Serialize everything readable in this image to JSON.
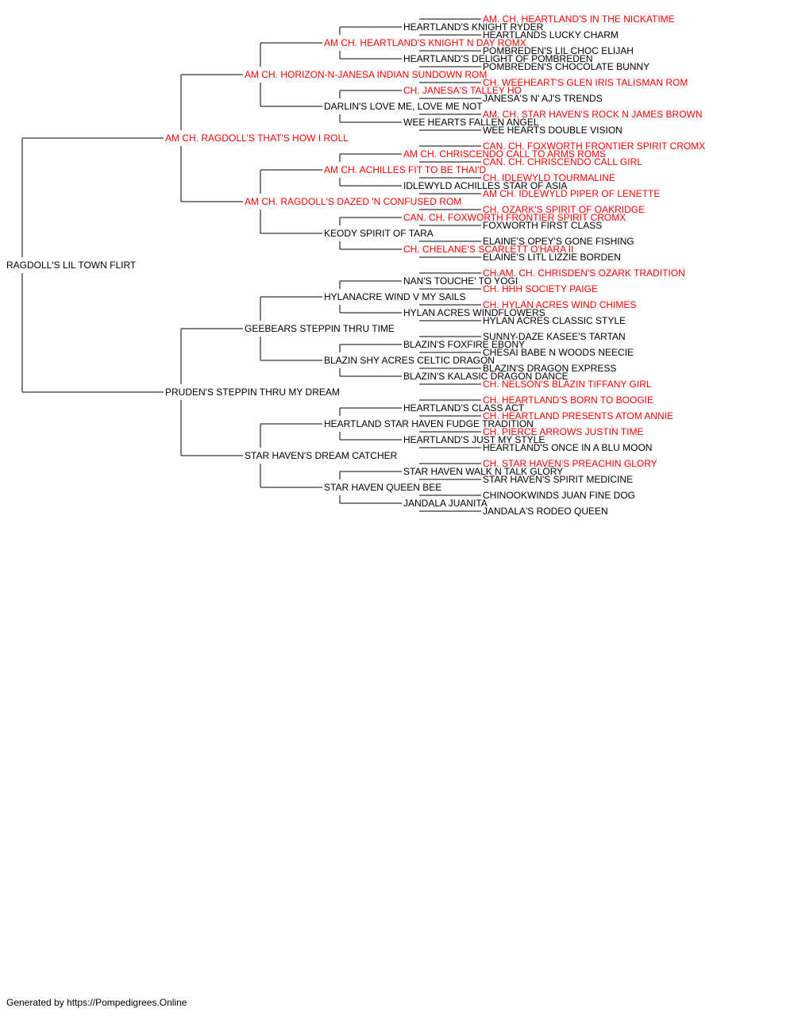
{
  "colors": {
    "champion": "#ff0000",
    "regular": "#000000",
    "line": "#000000"
  },
  "footer": "Generated by https://Pompedigrees.Online",
  "pedigree": [
    {
      "text": "RAGDOLL'S LIL TOWN FLIRT",
      "champion": false
    },
    {
      "text": "AM CH. RAGDOLL'S THAT'S HOW I ROLL",
      "champion": true
    },
    {
      "text": "PRUDEN'S STEPPIN THRU MY DREAM",
      "champion": false
    },
    {
      "text": "AM CH. HORIZON-N-JANESA INDIAN SUNDOWN ROM",
      "champion": true
    },
    {
      "text": "AM CH. RAGDOLL'S DAZED 'N CONFUSED ROM",
      "champion": true
    },
    {
      "text": "GEEBEARS STEPPIN THRU TIME",
      "champion": false
    },
    {
      "text": "STAR HAVEN'S DREAM CATCHER",
      "champion": false
    },
    {
      "text": "AM CH. HEARTLAND'S KNIGHT N DAY ROMX",
      "champion": true
    },
    {
      "text": "DARLIN'S LOVE ME, LOVE ME NOT",
      "champion": false
    },
    {
      "text": "AM CH. ACHILLES FIT TO BE THAI'D",
      "champion": true
    },
    {
      "text": "KEODY SPIRIT OF TARA",
      "champion": false
    },
    {
      "text": "HYLANACRE WIND V MY SAILS",
      "champion": false
    },
    {
      "text": "BLAZIN SHY ACRES CELTIC DRAGON",
      "champion": false
    },
    {
      "text": "HEARTLAND STAR HAVEN FUDGE TRADITION",
      "champion": false
    },
    {
      "text": "STAR HAVEN QUEEN BEE",
      "champion": false
    },
    {
      "text": "HEARTLAND'S KNIGHT RYDER",
      "champion": false
    },
    {
      "text": "HEARTLAND'S DELIGHT OF POMBREDEN",
      "champion": false
    },
    {
      "text": "CH. JANESA'S TALLEY HO",
      "champion": true
    },
    {
      "text": "WEE HEARTS FALLEN ANGEL",
      "champion": false
    },
    {
      "text": "AM CH. CHRISCENDO CALL TO ARMS ROMS",
      "champion": true
    },
    {
      "text": "IDLEWYLD ACHILLES STAR OF ASIA",
      "champion": false
    },
    {
      "text": "CAN. CH. FOXWORTH FRONTIER SPIRIT CROMX",
      "champion": true
    },
    {
      "text": "CH. CHELANE'S SCARLETT O'HARA II",
      "champion": true
    },
    {
      "text": "NAN'S TOUCHE' TO YOGI",
      "champion": false
    },
    {
      "text": "HYLAN ACRES WINDFLOWERS",
      "champion": false
    },
    {
      "text": "BLAZIN'S FOXFIRE EBONY",
      "champion": false
    },
    {
      "text": "BLAZIN'S KALASIC DRAGON DANCE",
      "champion": false
    },
    {
      "text": "HEARTLAND'S CLASS ACT",
      "champion": false
    },
    {
      "text": "HEARTLAND'S JUST MY STYLE",
      "champion": false
    },
    {
      "text": "STAR HAVEN WALK N TALK GLORY",
      "champion": false
    },
    {
      "text": "JANDALA JUANITA",
      "champion": false
    },
    {
      "text": "AM. CH. HEARTLAND'S IN THE NICKATIME",
      "champion": true
    },
    {
      "text": "HEARTLANDS LUCKY CHARM",
      "champion": false
    },
    {
      "text": "POMBREDEN'S LIL CHOC ELIJAH",
      "champion": false
    },
    {
      "text": "POMBREDEN'S CHOCOLATE BUNNY",
      "champion": false
    },
    {
      "text": "CH. WEEHEART'S GLEN IRIS TALISMAN ROM",
      "champion": true
    },
    {
      "text": "JANESA'S N' AJ'S TRENDS",
      "champion": false
    },
    {
      "text": "AM. CH. STAR HAVEN'S ROCK N JAMES BROWN",
      "champion": true
    },
    {
      "text": "WEE HEARTS DOUBLE VISION",
      "champion": false
    },
    {
      "text": "CAN. CH. FOXWORTH FRONTIER SPIRIT CROMX",
      "champion": true
    },
    {
      "text": "CAN. CH. CHRISCENDO CALL GIRL",
      "champion": true
    },
    {
      "text": "CH. IDLEWYLD TOURMALINE",
      "champion": true
    },
    {
      "text": "AM CH. IDLEWYLD PIPER OF LENETTE",
      "champion": true
    },
    {
      "text": "CH. OZARK'S SPIRIT OF OAKRIDGE",
      "champion": true
    },
    {
      "text": "FOXWORTH FIRST CLASS",
      "champion": false
    },
    {
      "text": "ELAINE'S OPEY'S GONE FISHING",
      "champion": false
    },
    {
      "text": "ELAINE'S LITL LIZZIE BORDEN",
      "champion": false
    },
    {
      "text": "CH.AM. CH. CHRISDEN'S OZARK TRADITION",
      "champion": true
    },
    {
      "text": "CH. HHH SOCIETY PAIGE",
      "champion": true
    },
    {
      "text": "CH. HYLAN ACRES WIND CHIMES",
      "champion": true
    },
    {
      "text": "HYLAN ACRES CLASSIC STYLE",
      "champion": false
    },
    {
      "text": "SUNNY-DAZE KASEE'S TARTAN",
      "champion": false
    },
    {
      "text": "CHESAI BABE N WOODS NEECIE",
      "champion": false
    },
    {
      "text": "BLAZIN'S DRAGON EXPRESS",
      "champion": false
    },
    {
      "text": "CH. NELSON'S BLAZIN TIFFANY GIRL",
      "champion": true
    },
    {
      "text": "CH. HEARTLAND'S BORN TO BOOGIE",
      "champion": true
    },
    {
      "text": "CH. HEARTLAND PRESENTS ATOM ANNIE",
      "champion": true
    },
    {
      "text": "CH. PIERCE ARROWS JUSTIN TIME",
      "champion": true
    },
    {
      "text": "HEARTLAND'S ONCE IN A BLU MOON",
      "champion": false
    },
    {
      "text": "CH. STAR HAVEN'S PREACHIN GLORY",
      "champion": true
    },
    {
      "text": "STAR HAVEN'S SPIRIT MEDICINE",
      "champion": false
    },
    {
      "text": "CHINOOKWINDS JUAN FINE DOG",
      "champion": false
    },
    {
      "text": "JANDALA'S RODEO QUEEN",
      "champion": false
    }
  ]
}
